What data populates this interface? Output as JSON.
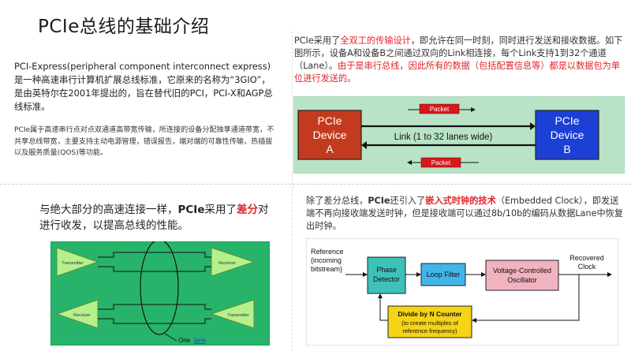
{
  "title": "PCIe总线的基础介绍",
  "intro": {
    "p1": "PCI-Express(peripheral component interconnect express)是一种高速串行计算机扩展总线标准，它原来的名称为“3GIO”，是由英特尔在2001年提出的，旨在替代旧的PCI，PCI-X和AGP总线标准。",
    "p2": "PCIe属于高速串行点对点双通道高带宽传输，所连接的设备分配独享通道带宽，不共享总线带宽，主要支持主动电源管理，错误报告，端对端的可靠性传输，热插拔以及服务质量(QOS)等功能。"
  },
  "duplex": {
    "pre": "PCIe采用了",
    "hl1": "全双工的传输设计",
    "mid": "，即允许在同一时刻，同时进行发送和接收数据。如下图所示，设备A和设备B之间通过双向的Link相连接，每个Link支持1到32个通道（Lane）。",
    "hl2": "由于是串行总线，因此所有的数据（包括配置信息等）都是以数据包为单位进行发送的。"
  },
  "device_diagram": {
    "device_a": [
      "PCIe",
      "Device",
      "A"
    ],
    "device_b": [
      "PCIe",
      "Device",
      "B"
    ],
    "link_label": "Link (1 to 32 lanes wide)",
    "packet_top": "Packet",
    "packet_bottom": "Packet",
    "colors": {
      "device_a": "#c23b1e",
      "device_b": "#1c3fd6",
      "background": "#b8e3c6",
      "packet": "#d8181e"
    }
  },
  "diff": {
    "pre": "与绝大部分的高速连接一样，",
    "bold": "PCIe",
    "mid": "采用了",
    "hl": "差分",
    "post": "对进行收发，以提高总线的性能。"
  },
  "diff_diagram": {
    "transmitter_top": "Transmitter",
    "receiver_top": "Receiver",
    "receiver_bottom": "Receiver",
    "transmitter_bottom": "Transmitter",
    "one": "One",
    "lane": "lane",
    "colors": {
      "background": "#27b46a",
      "triangle": "#b6f08a"
    }
  },
  "clock": {
    "pre": "除了差分总线，",
    "bold": "PCIe",
    "mid": "还引入了",
    "hl": "嵌入式时钟的技术",
    "post": "（Embedded Clock），即发送端不再向接收端发送时钟，但是接收端可以通过8b/10b的编码从数据Lane中恢复出时钟。"
  },
  "pll_diagram": {
    "ref_label": [
      "Reference",
      "(incoming",
      "bitstream)"
    ],
    "phase_detector": [
      "Phase",
      "Detector"
    ],
    "loop_filter": "Loop Filter",
    "vco": [
      "Voltage-Controlled",
      "Oscillator"
    ],
    "recovered": [
      "Recovered",
      "Clock"
    ],
    "divider": [
      "Divide by N Counter",
      "(to create multiples of",
      "reference frequency)"
    ],
    "colors": {
      "phase_detector": "#3ec1b8",
      "loop_filter": "#42b6e8",
      "vco": "#f1b3c0",
      "divider": "#f5d316"
    }
  }
}
